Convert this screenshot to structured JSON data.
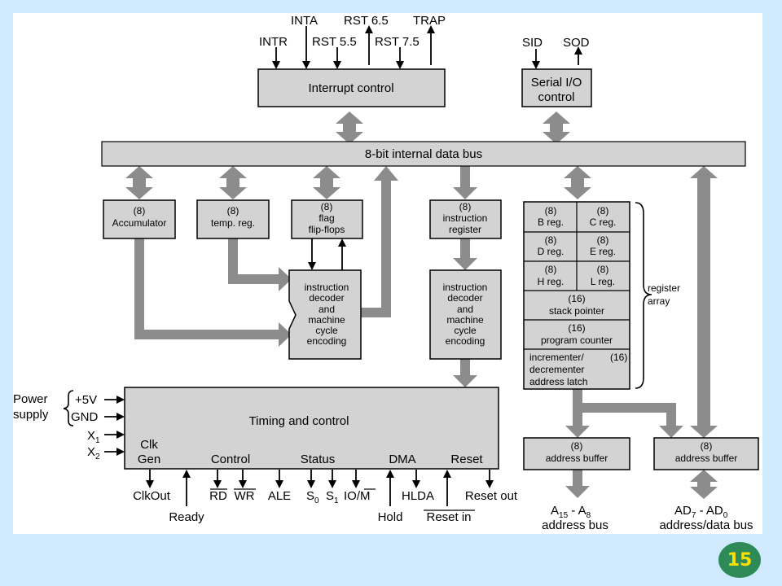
{
  "diagram": {
    "interrupt_inputs": {
      "intr": "INTR",
      "rst55": "RST 5.5",
      "rst75": "RST 7.5",
      "inta": "INTA",
      "rst65": "RST 6.5",
      "trap": "TRAP"
    },
    "interrupt_control": "Interrupt control",
    "serial": {
      "sid": "SID",
      "sod": "SOD",
      "line1": "Serial I/O",
      "line2": "control"
    },
    "data_bus": "8-bit internal data bus",
    "accumulator": {
      "size": "(8)",
      "name": "Accumulator"
    },
    "temp_reg": {
      "size": "(8)",
      "name": "temp. reg."
    },
    "flag": {
      "size": "(8)",
      "line1": "flag",
      "line2": "flip-flops"
    },
    "instruction_register": {
      "size": "(8)",
      "line1": "instruction",
      "line2": "register"
    },
    "alu_block": {
      "line1": "instruction",
      "line2": "decoder",
      "line3": "and",
      "line4": "machine",
      "line5": "cycle",
      "line6": "encoding"
    },
    "decoder_block": {
      "line1": "instruction",
      "line2": "decoder",
      "line3": "and",
      "line4": "machine",
      "line5": "cycle",
      "line6": "encoding"
    },
    "registers": {
      "b": {
        "size": "(8)",
        "name": "B reg."
      },
      "c": {
        "size": "(8)",
        "name": "C reg."
      },
      "d": {
        "size": "(8)",
        "name": "D reg."
      },
      "e": {
        "size": "(8)",
        "name": "E reg."
      },
      "h": {
        "size": "(8)",
        "name": "H reg."
      },
      "l": {
        "size": "(8)",
        "name": "L reg."
      },
      "sp": {
        "size": "(16)",
        "name": "stack pointer"
      },
      "pc": {
        "size": "(16)",
        "name": "program counter"
      },
      "inc": {
        "line1": "incrementer/",
        "size": "(16)",
        "line2": "decrementer",
        "line3": "address latch"
      }
    },
    "register_array": {
      "line1": "register",
      "line2": "array"
    },
    "timing": {
      "title": "Timing and control",
      "clk": "Clk",
      "gen": "Gen",
      "control": "Control",
      "status": "Status",
      "dma": "DMA",
      "reset": "Reset"
    },
    "power": {
      "line1": "Power",
      "line2": "supply",
      "plus5v": "+5V",
      "gnd": "GND",
      "x1": "X",
      "x1_sub": "1",
      "x2": "X",
      "x2_sub": "2"
    },
    "bottom_signals": {
      "clkout": "ClkOut",
      "ready": "Ready",
      "rd": "RD",
      "wr": "WR",
      "ale": "ALE",
      "s": "S",
      "s0_sub": "0",
      "s1_sub": "1",
      "iom_io": "IO/",
      "iom_m": "M",
      "hold": "Hold",
      "hlda": "HLDA",
      "reset_in": "Reset in",
      "reset_out": "Reset out"
    },
    "address_buffer_left": {
      "size": "(8)",
      "name": "address buffer"
    },
    "address_buffer_right": {
      "size": "(8)",
      "name": "address buffer"
    },
    "addr_bus_left": {
      "a": "A",
      "sub15": "15",
      "dash": " - A",
      "sub8": "8",
      "line2": "address bus"
    },
    "addr_bus_right": {
      "ad": "AD",
      "sub7": "7",
      "dash": " - AD",
      "sub0": "0",
      "line2": "address/data bus"
    }
  },
  "page_number": "15",
  "colors": {
    "block_fill": "#d3d3d3",
    "arrow_fill": "#8c8c8c",
    "background": "#cfeafc",
    "badge": "#2e8b57",
    "badge_text": "#ffe000"
  }
}
